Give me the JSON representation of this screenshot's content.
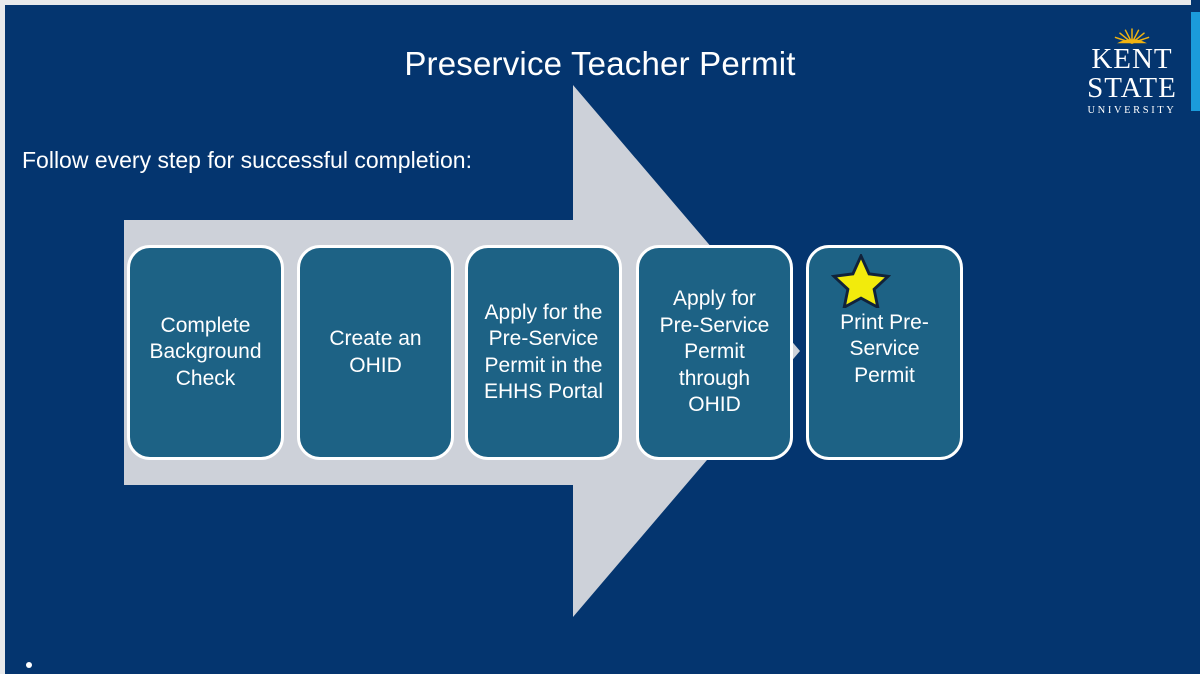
{
  "slide": {
    "title": "Preservice Teacher Permit",
    "subtitle": "Follow every step for successful completion:",
    "background_color": "#04356F",
    "arrow_color": "#CDD1D9",
    "box_fill_color": "#1D6285",
    "box_border_color": "#FFFFFF",
    "star_color": "#F2EB0C",
    "bullet": "•"
  },
  "steps": [
    {
      "index": 1,
      "label": "Complete\nBackground\nCheck"
    },
    {
      "index": 2,
      "label": "Create an\nOHID"
    },
    {
      "index": 3,
      "label": "Apply for the\nPre-Service\nPermit in the\nEHHS Portal"
    },
    {
      "index": 4,
      "label": "Apply for\nPre-Service\nPermit\nthrough\nOHID"
    },
    {
      "index": 5,
      "label": "Print Pre-\nService\nPermit",
      "icon": "star-icon"
    }
  ],
  "logo": {
    "line1": "KENT",
    "line2": "STATE",
    "line3": "UNIVERSITY",
    "sun_color": "#EFB211"
  },
  "scrollbar": {
    "thumb_color": "#1B9BDB",
    "track_color": "#04356F"
  }
}
